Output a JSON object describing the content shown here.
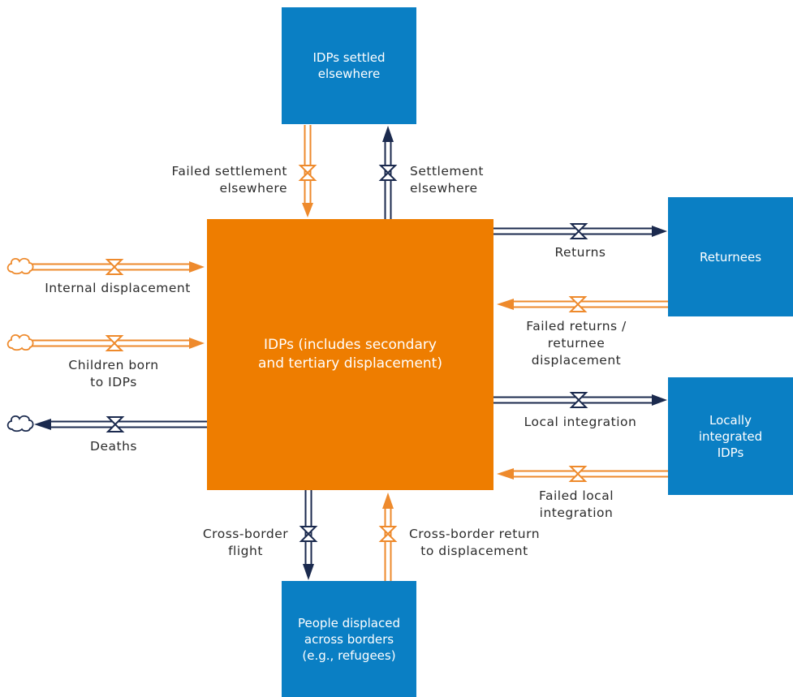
{
  "colors": {
    "blue_box": "#0a7fc4",
    "orange_box": "#ee7d00",
    "navy_flow": "#1b2a4e",
    "orange_flow": "#ee8a2c",
    "text": "#2c2c2c"
  },
  "stocks": {
    "center": "IDPs (includes secondary\nand tertiary displacement)",
    "settled_elsewhere": "IDPs settled\nelsewhere",
    "returnees": "Returnees",
    "locally_integrated": "Locally\nintegrated\nIDPs",
    "cross_border": "People displaced\nacross borders\n(e.g., refugees)"
  },
  "flows": {
    "failed_settlement": "Failed settlement\nelsewhere",
    "settlement": "Settlement\nelsewhere",
    "returns": "Returns",
    "failed_returns": "Failed returns /\nreturnee\ndisplacement",
    "local_integration": "Local integration",
    "failed_local_integration": "Failed local\nintegration",
    "internal_displacement": "Internal displacement",
    "children_born": "Children born\nto IDPs",
    "deaths": "Deaths",
    "cross_border_flight": "Cross-border\nflight",
    "cross_border_return": "Cross-border return\nto displacement"
  },
  "icons": [
    "cloud-icon",
    "valve-icon",
    "arrowhead-icon"
  ]
}
